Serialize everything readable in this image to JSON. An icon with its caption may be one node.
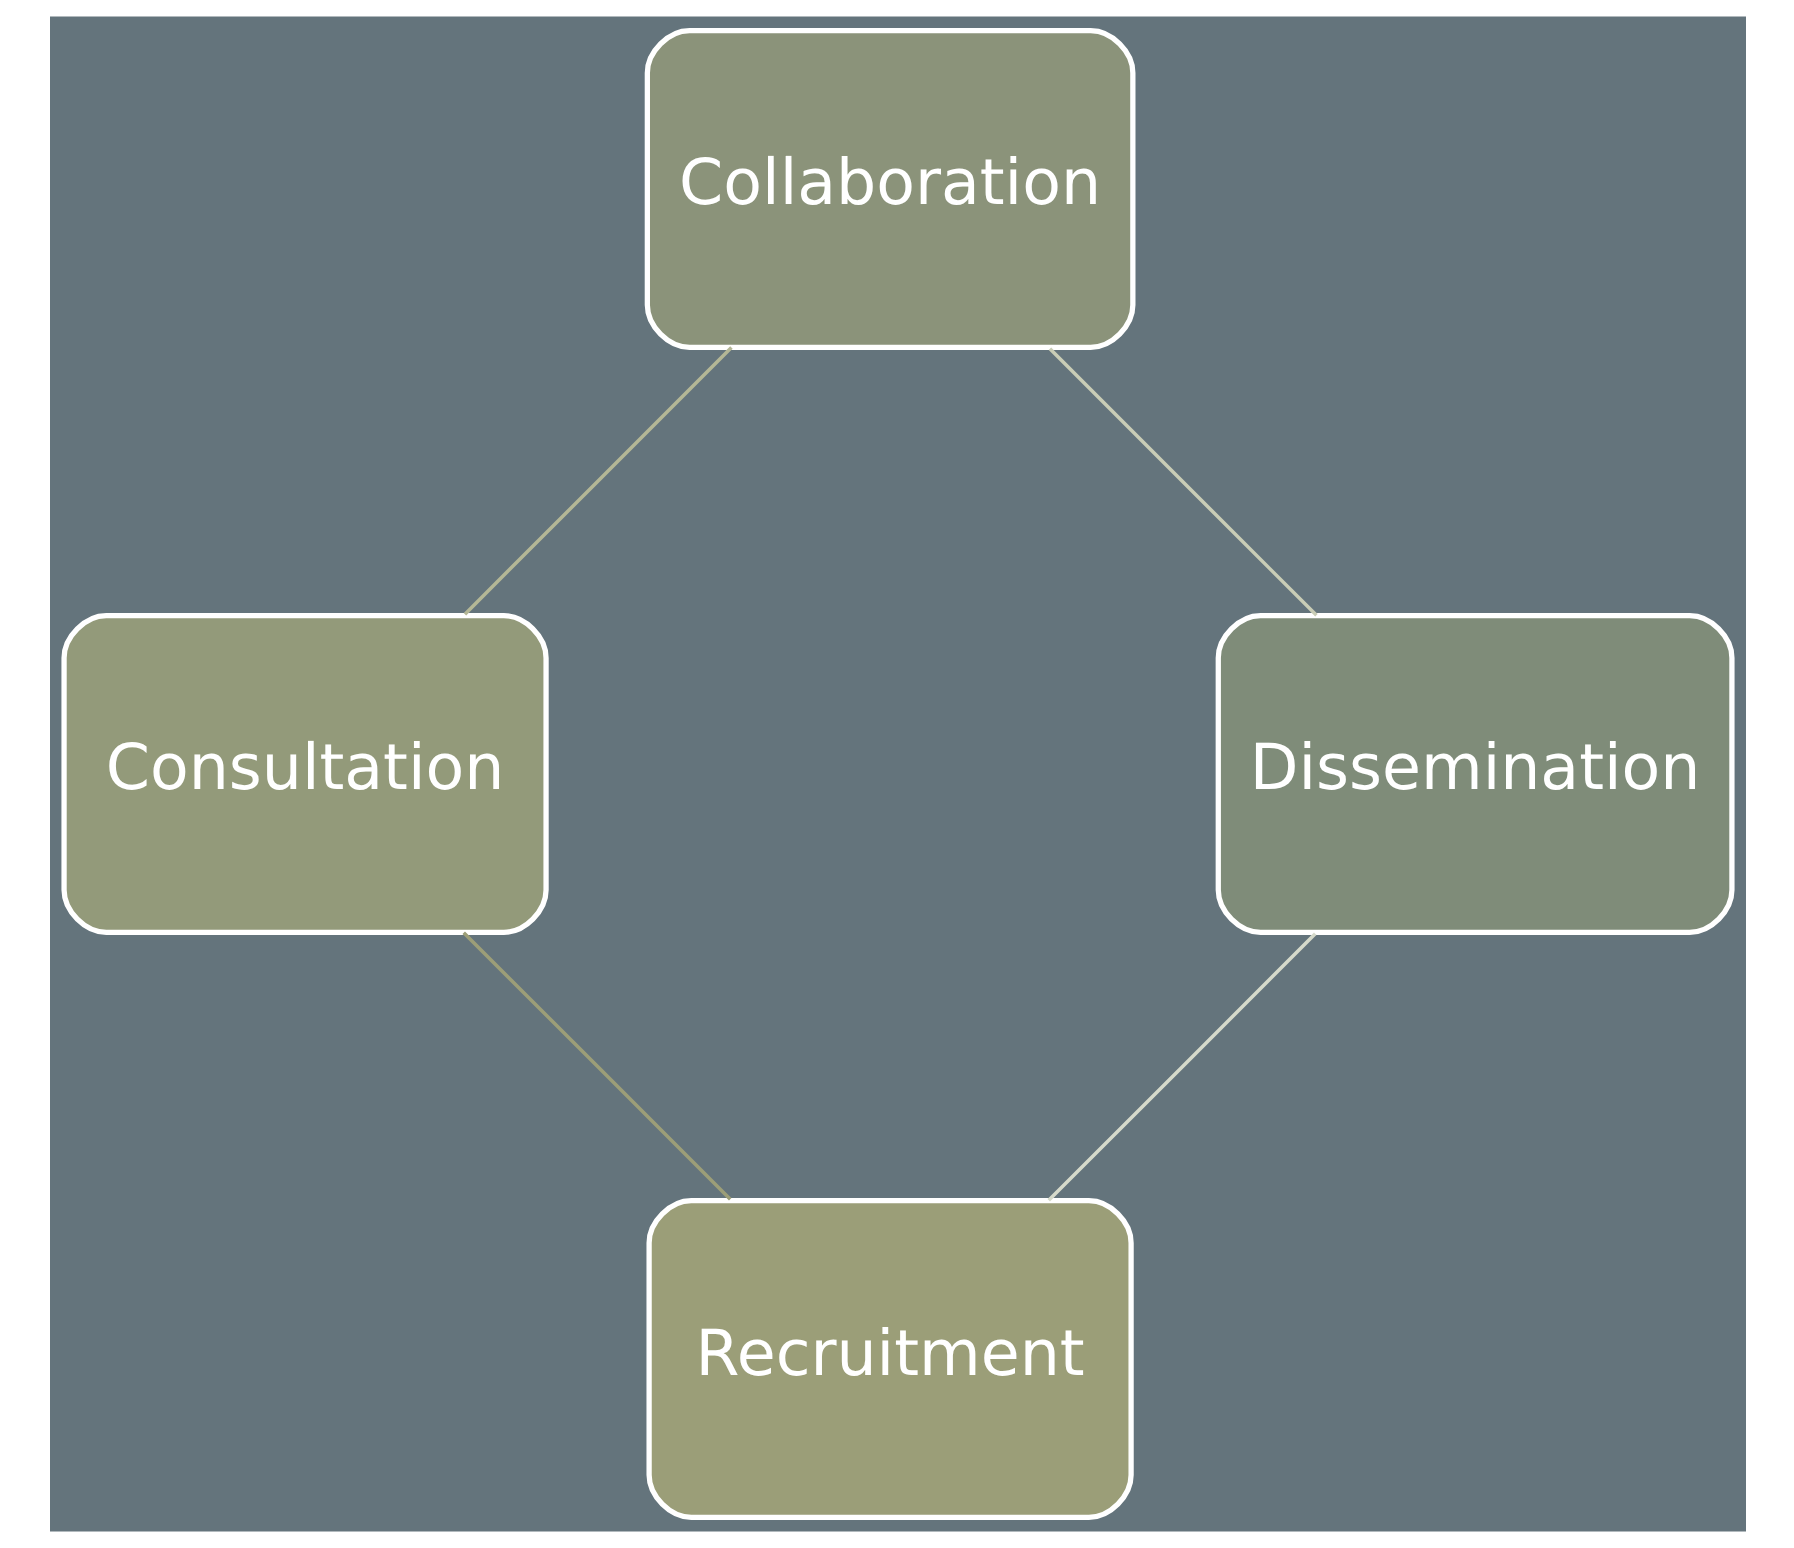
{
  "diagram": {
    "nodes": [
      {
        "text": [
          "Recruitment"
        ]
      },
      {
        "text": [
          "Consultation"
        ]
      },
      {
        "text": [
          "Collaboration"
        ]
      },
      {
        "text": [
          "Dissemination"
        ]
      }
    ],
    "edges": [
      {
        "from": 0,
        "to": 1,
        "arrow": "none",
        "color": "#9c9e78"
      },
      {
        "from": 1,
        "to": 2,
        "arrow": "none",
        "color": "#b4b796"
      },
      {
        "from": 2,
        "to": 3,
        "arrow": "none",
        "color": "#c9cdb6"
      },
      {
        "from": 3,
        "to": 0,
        "arrow": "none",
        "color": "#d6dacb"
      }
    ]
  }
}
